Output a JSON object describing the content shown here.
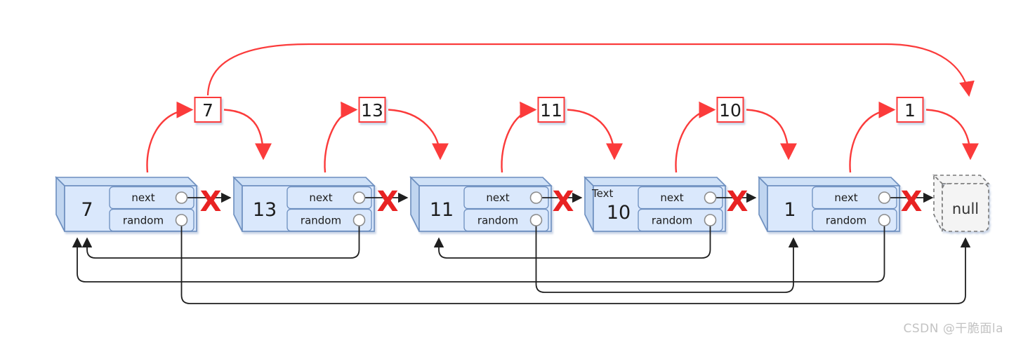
{
  "watermark": "CSDN @干脆面la",
  "diagram": {
    "description": "singly linked list with next and random pointers, original next links severed",
    "row_labels": {
      "next": "next",
      "random": "random"
    },
    "null_label": "null",
    "x_mark": "X",
    "placeholder_label": "Text",
    "node_values": [
      "7",
      "13",
      "11",
      "10",
      "1"
    ],
    "copy_labels": [
      "7",
      "13",
      "11",
      "10",
      "1"
    ],
    "next_chain": [
      "7",
      "13",
      "11",
      "10",
      "1",
      "null"
    ],
    "next_links_severed": true,
    "random_edges": [
      {
        "from": "7",
        "to": "null"
      },
      {
        "from": "13",
        "to": "7"
      },
      {
        "from": "11",
        "to": "1"
      },
      {
        "from": "10",
        "to": "11"
      },
      {
        "from": "1",
        "to": "7"
      }
    ],
    "long_arc": {
      "from_label": "7",
      "to": "null"
    },
    "colors": {
      "node_fill": "#dae8fc",
      "node_top": "#cfe1f7",
      "node_side": "#c0d5f0",
      "node_border": "#6c8ebf",
      "port_fill": "#ffffff",
      "port_border": "#8c8c8c",
      "arrow_black": "#1f1f1f",
      "arrow_red": "#fb3b3b",
      "x_red": "#e82222",
      "label_text": "#1a1a1a",
      "null_fill": "#f4f4f4",
      "null_border": "#777777",
      "watermark_gray": "#c3c3c3"
    }
  }
}
